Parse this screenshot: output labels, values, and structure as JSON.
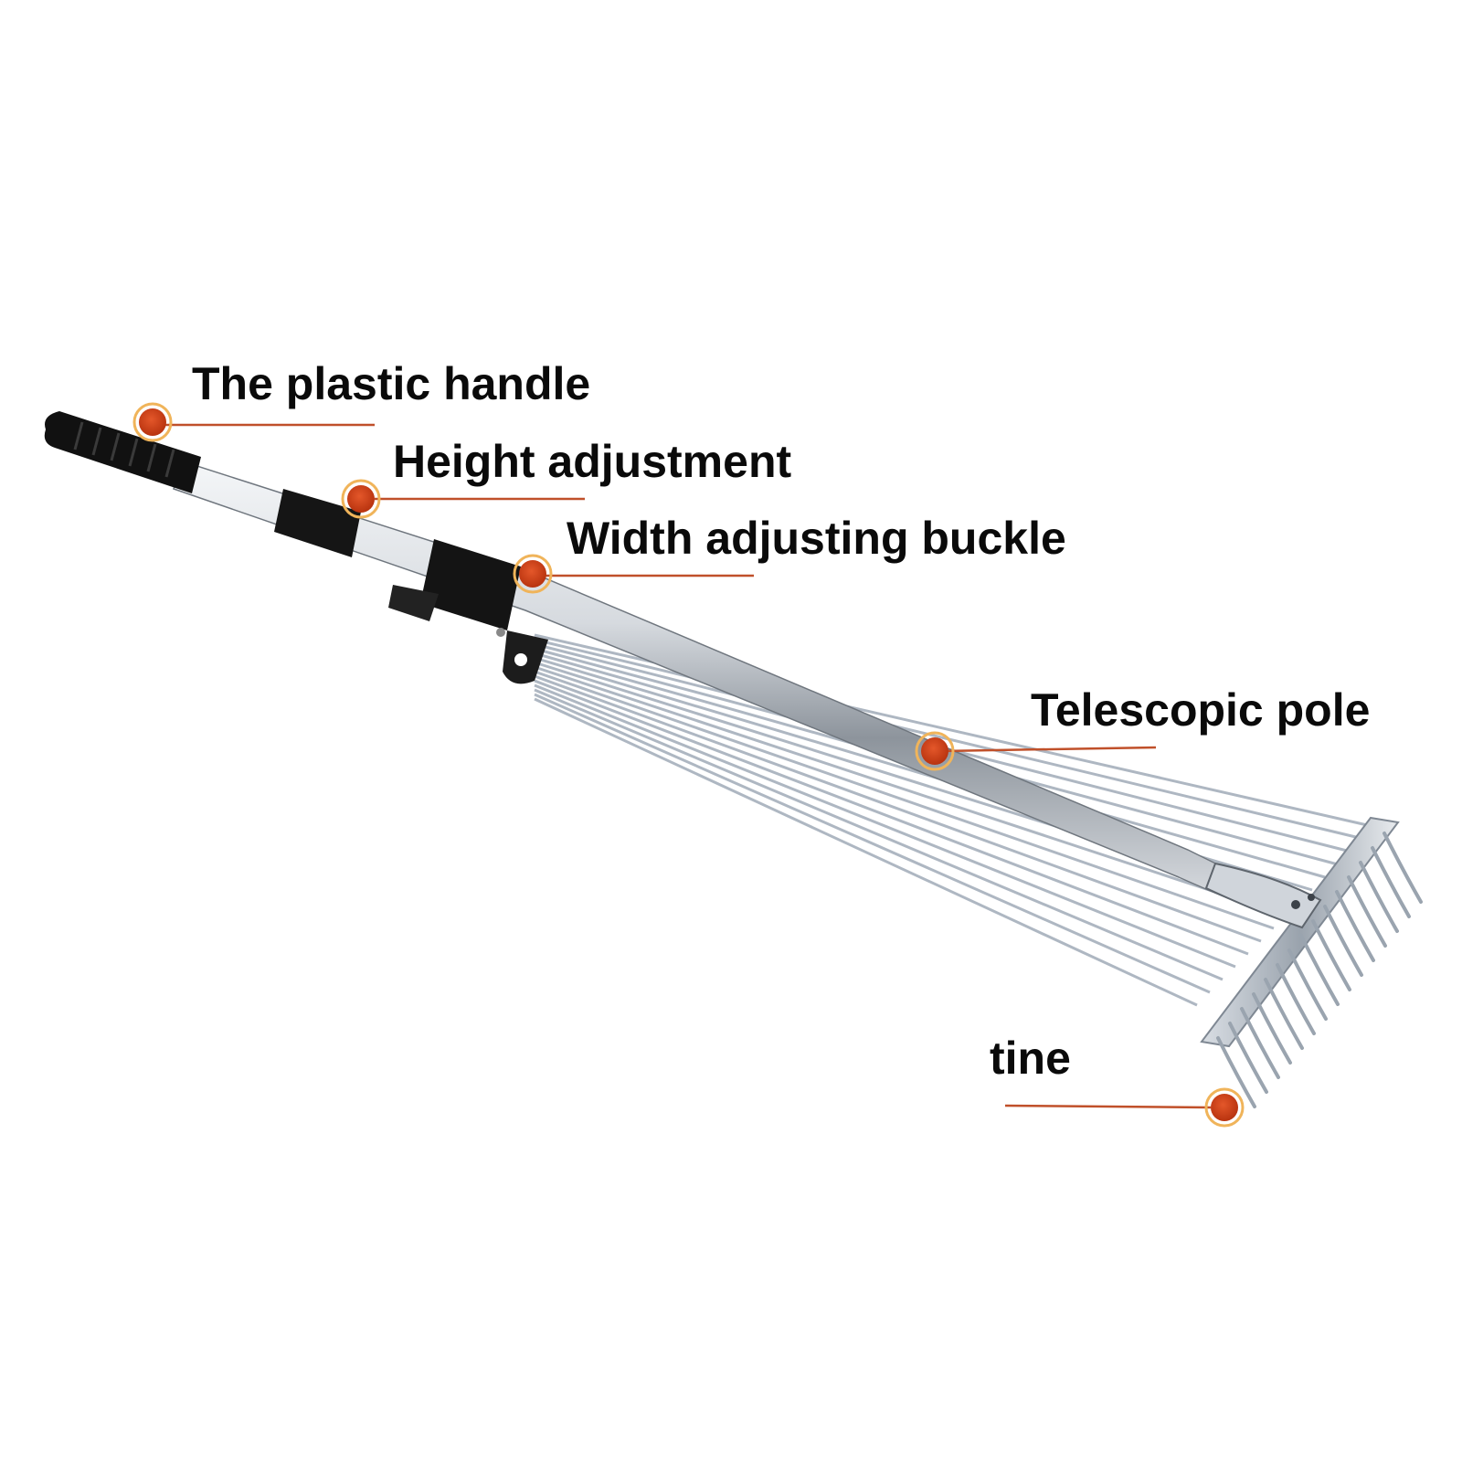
{
  "callouts": [
    {
      "id": "handle",
      "label": "The plastic handle"
    },
    {
      "id": "height",
      "label": "Height adjustment"
    },
    {
      "id": "width",
      "label": "Width adjusting buckle"
    },
    {
      "id": "pole",
      "label": "Telescopic pole"
    },
    {
      "id": "tine",
      "label": "tine"
    }
  ],
  "colors": {
    "background": "#ffffff",
    "label_text": "#0a0a0a",
    "marker_fill": "#d4411c",
    "marker_ring": "#f0b45a",
    "leader_line": "#c0502a",
    "handle_grip": "#111111",
    "pole_steel": "#c9ced4",
    "tine_steel": "#aeb7c2"
  }
}
